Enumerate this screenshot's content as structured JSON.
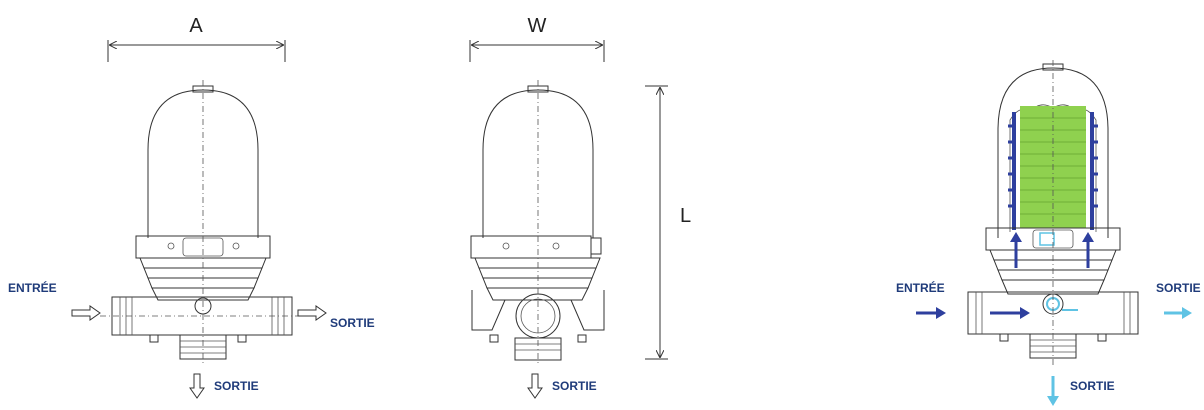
{
  "dimensions": {
    "a": "A",
    "w": "W",
    "l": "L"
  },
  "labels": {
    "front_inlet": "ENTRÉE",
    "front_side_outlet": "SORTIE",
    "front_bottom_outlet": "SORTIE",
    "side_bottom_outlet": "SORTIE",
    "cut_inlet": "ENTRÉE",
    "cut_side_outlet": "SORTIE",
    "cut_bottom_outlet": "SORTIE"
  },
  "colors": {
    "label_text": "#1f3b7a",
    "filter_cartridge": "#8fd14f",
    "inflow_arrow": "#2e3f9e",
    "outflow_arrow": "#5fc3e4",
    "outline": "#333333"
  }
}
